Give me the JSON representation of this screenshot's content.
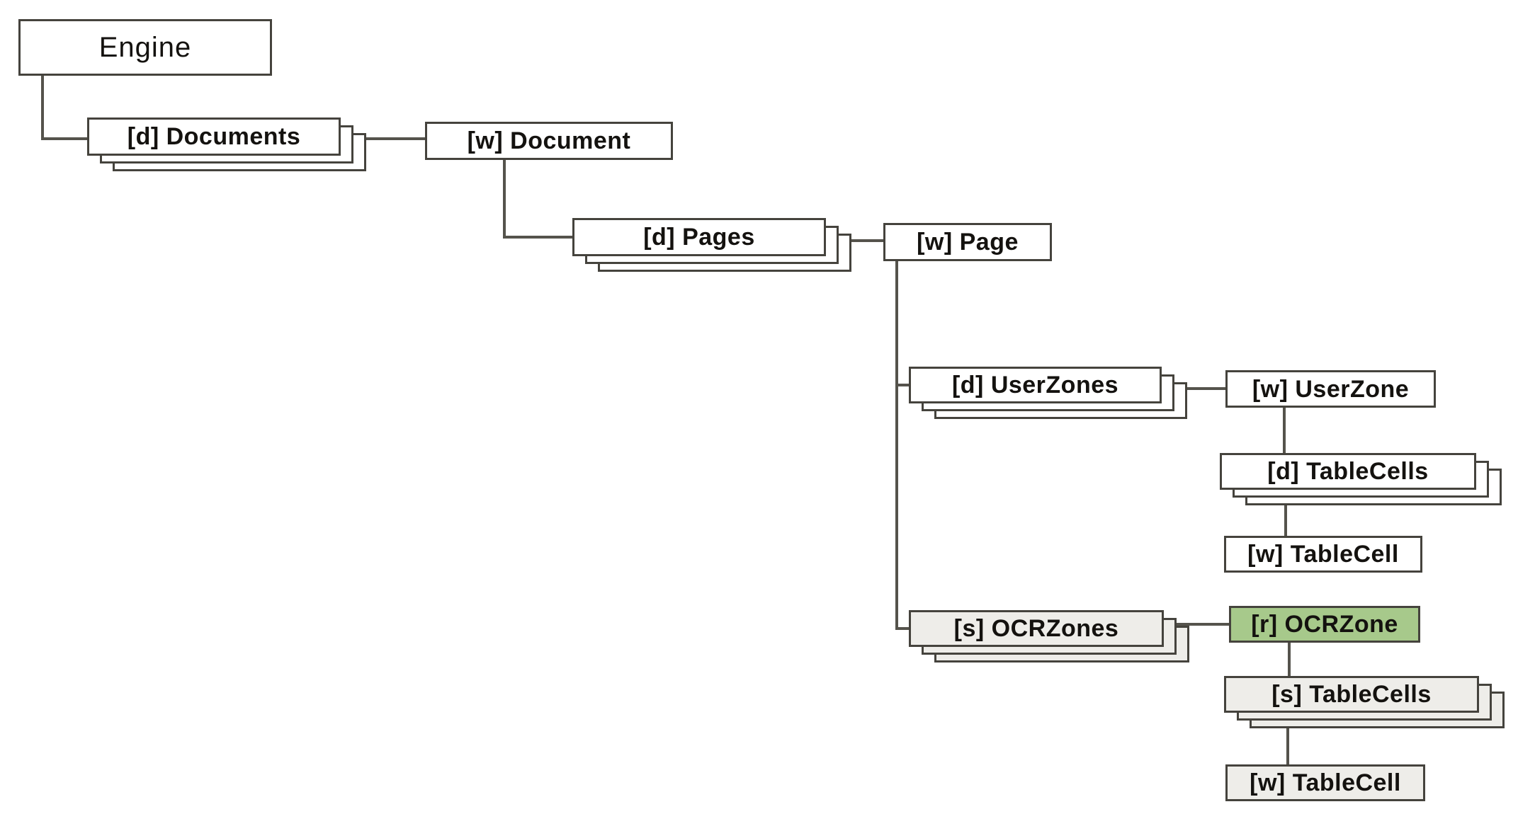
{
  "diagram": {
    "description": "Engine object hierarchy tree",
    "colors": {
      "box_border": "#45433d",
      "connector_line": "#55534c",
      "default_fill": "#ffffff",
      "ocr_branch_fill": "#eeede9",
      "highlight_fill": "#a7c98b",
      "text": "#14120f"
    },
    "nodes": [
      {
        "id": "engine",
        "label": "Engine",
        "kind": "single",
        "fill": "white"
      },
      {
        "id": "documents",
        "label": "[d] Documents",
        "kind": "stack",
        "fill": "white"
      },
      {
        "id": "document",
        "label": "[w] Document",
        "kind": "single",
        "fill": "white"
      },
      {
        "id": "pages",
        "label": "[d] Pages",
        "kind": "stack",
        "fill": "white"
      },
      {
        "id": "page",
        "label": "[w] Page",
        "kind": "single",
        "fill": "white"
      },
      {
        "id": "userzones",
        "label": "[d] UserZones",
        "kind": "stack",
        "fill": "white"
      },
      {
        "id": "userzone",
        "label": "[w] UserZone",
        "kind": "single",
        "fill": "white"
      },
      {
        "id": "tablecells-user",
        "label": "[d] TableCells",
        "kind": "stack",
        "fill": "white"
      },
      {
        "id": "tablecell-user",
        "label": "[w] TableCell",
        "kind": "single",
        "fill": "white"
      },
      {
        "id": "ocrzones",
        "label": "[s] OCRZones",
        "kind": "stack",
        "fill": "light"
      },
      {
        "id": "ocrzone",
        "label": "[r] OCRZone",
        "kind": "single",
        "fill": "green"
      },
      {
        "id": "tablecells-ocr",
        "label": "[s] TableCells",
        "kind": "stack",
        "fill": "light"
      },
      {
        "id": "tablecell-ocr",
        "label": "[w] TableCell",
        "kind": "single",
        "fill": "light"
      }
    ],
    "edges": [
      {
        "from": "Engine",
        "to": "[d] Documents"
      },
      {
        "from": "[d] Documents",
        "to": "[w] Document"
      },
      {
        "from": "[w] Document",
        "to": "[d] Pages"
      },
      {
        "from": "[d] Pages",
        "to": "[w] Page"
      },
      {
        "from": "[w] Page",
        "to": "[d] UserZones"
      },
      {
        "from": "[w] Page",
        "to": "[s] OCRZones"
      },
      {
        "from": "[d] UserZones",
        "to": "[w] UserZone"
      },
      {
        "from": "[w] UserZone",
        "to": "[d] TableCells"
      },
      {
        "from": "[d] TableCells",
        "to": "[w] TableCell"
      },
      {
        "from": "[s] OCRZones",
        "to": "[r] OCRZone"
      },
      {
        "from": "[r] OCRZone",
        "to": "[s] TableCells"
      },
      {
        "from": "[s] TableCells",
        "to": "[w] TableCell"
      }
    ]
  }
}
